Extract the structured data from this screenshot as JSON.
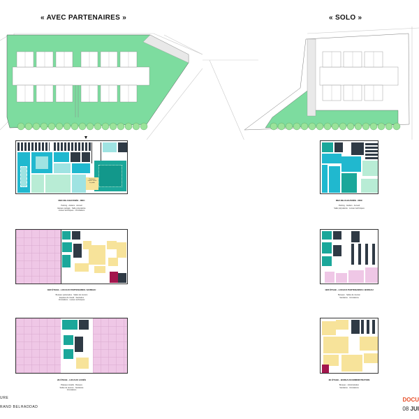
{
  "titles": {
    "left": "« AVEC PARTENAIRES »",
    "right": "« SOLO »"
  },
  "colors": {
    "green": "#7ddc9f",
    "green_dark": "#3fbf6a",
    "tree": "#9be39a",
    "navy": "#2f3a45",
    "cyan": "#20b8cf",
    "cyan_light": "#9fe3e2",
    "teal": "#1ba79a",
    "mint": "#b8ecd5",
    "yellow": "#f7e39a",
    "pink": "#efc7e6",
    "crimson": "#a3164d",
    "orange": "#e8502a"
  },
  "left_captions": {
    "ground": {
      "title": "REZ-DE-CHAUSSÉE - RDC",
      "lines": "Parking · Ateliers · Accueil\nEspace partagé · Salle polyvalente\nLocaux techniques · Circulations"
    },
    "level1": {
      "title": "1ER ÉTAGE - LOCAUX PARTENAIRES / BUREAU",
      "lines": "Bureaux partenaires · Salles de réunion\nEspaces de travail · Sanitaires\nCirculations · Locaux techniques"
    },
    "level2": {
      "title": "2E ÉTAGE - LOCAUX LOUÉS",
      "lines": "Plateaux locatifs · Bureaux\nSalles de réunion · Sanitaires\nCirculations"
    }
  },
  "right_captions": {
    "ground": {
      "title": "REZ-DE-CHAUSSÉE - RDC",
      "lines": "Parking · Ateliers · Accueil\nSalle polyvalente · Locaux techniques"
    },
    "level1": {
      "title": "1ER ÉTAGE - LOCAUX PARTENAIRES / BUREAU",
      "lines": "Bureaux · Salles de réunion\nSanitaires · Circulations"
    },
    "level2": {
      "title": "2E ÉTAGE - BUREAUX/ADMINISTRATION",
      "lines": "Bureaux · Administration\nSanitaires · Circulations"
    }
  },
  "popup": {
    "text": "Boutiques\nespace ouvert\nau public"
  },
  "footer": {
    "left_line1": "URE",
    "left_line2": "RAND BELHADDAD",
    "right_line1": "DOCU",
    "right_line2_prefix": "08 ",
    "right_line2_bold": "JUI"
  }
}
